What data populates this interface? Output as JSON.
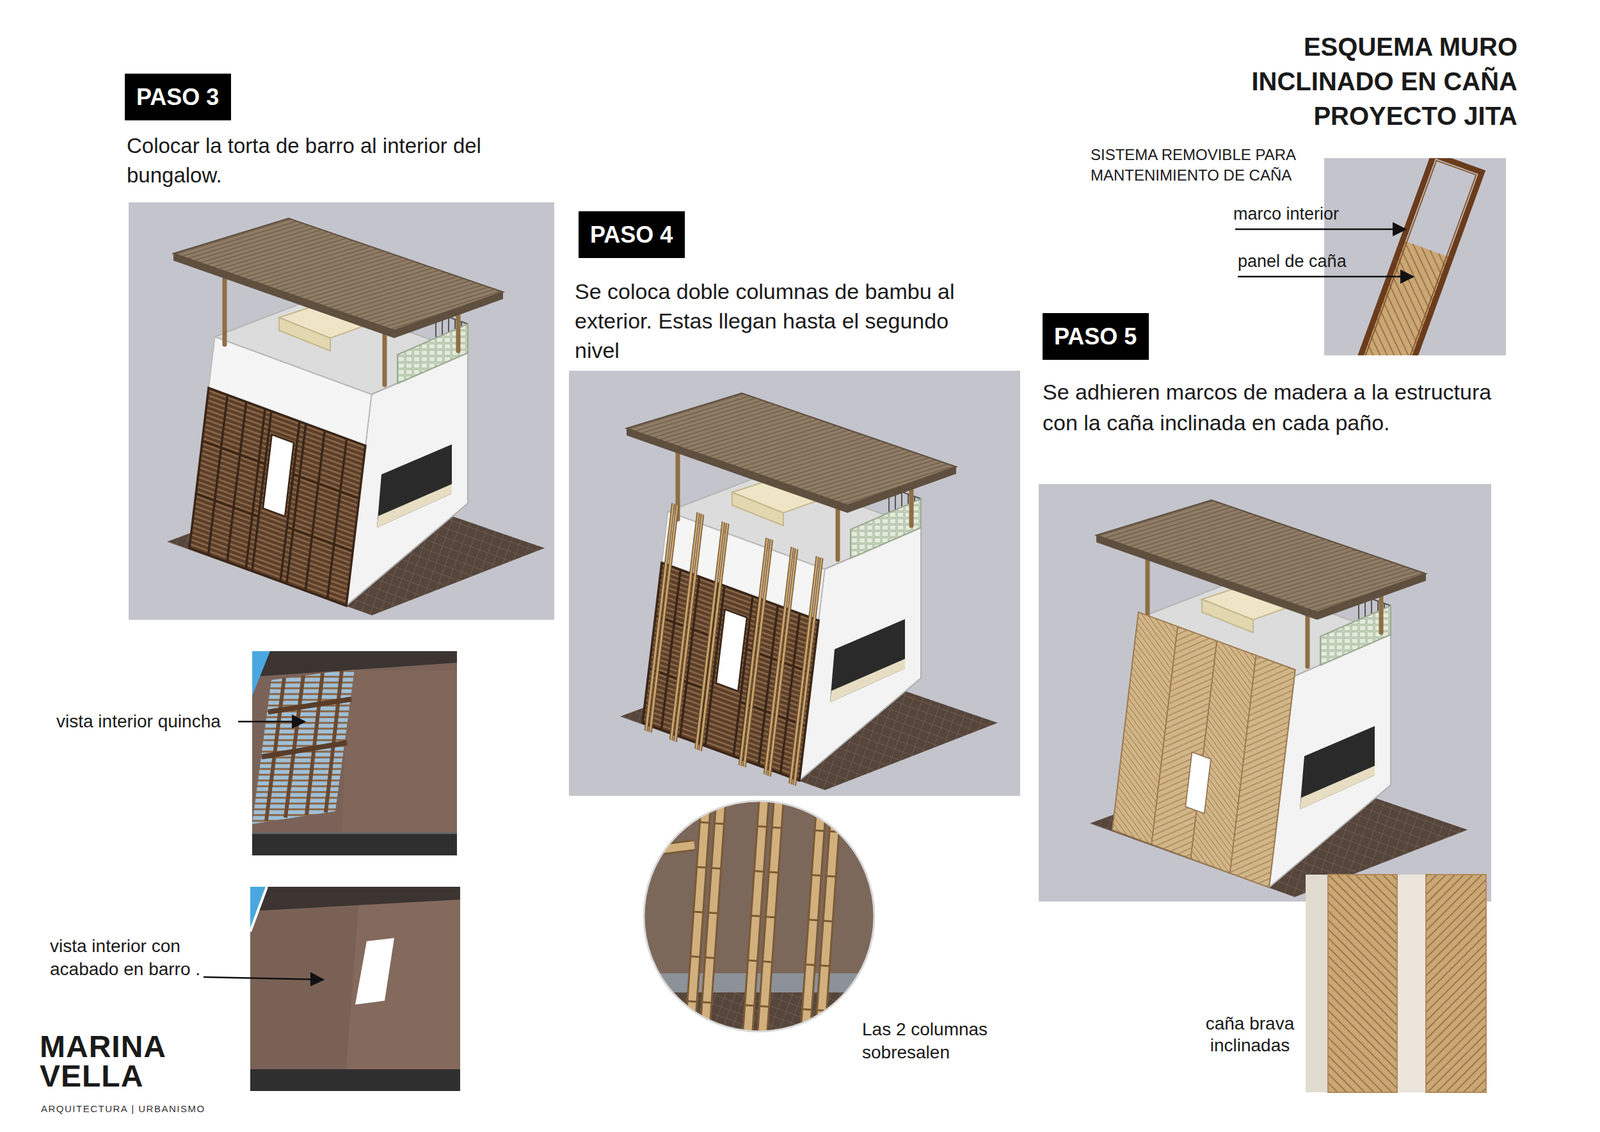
{
  "diagram": {
    "title": "ESQUEMA MURO INCLINADO EN CAÑA PROYECTO JITA",
    "nodes": [
      {
        "text": [
          "PASO 3"
        ]
      },
      {
        "text": [
          "PASO 4"
        ]
      },
      {
        "text": [
          "PASO 5"
        ]
      }
    ],
    "labels": [
      "Colocar la torta de barro al interior del bungalow.",
      "vista interior quincha",
      "vista interior con acabado en barro .",
      "MARINA VELLA",
      "ARQUITECTURA | URBANISMO",
      "Se coloca doble columnas de bambu al exterior. Estas llegan hasta el segundo nivel",
      "Las 2 columnas sobresalen",
      "SISTEMA REMOVIBLE PARA MANTENIMIENTO DE CAÑA",
      "marco interior",
      "panel de caña",
      "Se adhieren marcos de madera a la estructura con la caña inclinada en cada paño.",
      "caña brava inclinadas"
    ]
  }
}
